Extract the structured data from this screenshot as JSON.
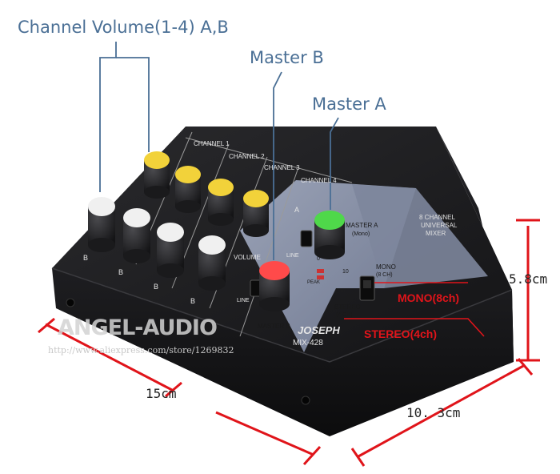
{
  "callouts": {
    "channel_volume": "Channel Volume(1-4) A,B",
    "master_b": "Master B",
    "master_a": "Master A"
  },
  "mode_labels": {
    "mono": "MONO(8ch)",
    "stereo": "STEREO(4ch)"
  },
  "dimensions": {
    "height": "5.8cm",
    "width": "15cm",
    "depth": "10. 3cm"
  },
  "watermark": {
    "brand": "ANGEL-AUDIO",
    "url": "http://www.aliexpress.com/store/1269832"
  },
  "panel": {
    "channel_labels": [
      "CHANNEL 1",
      "CHANNEL 2",
      "CHANNEL 3",
      "CHANNEL 4"
    ],
    "row_a": "A",
    "row_b": "B",
    "volume": "VOLUME",
    "line": "LINE",
    "master_a": "MASTER A",
    "master_a_sub": "(Mono)",
    "master_b": "MASTER B",
    "peak": "PEAK",
    "title_line1": "8 CHANNEL",
    "title_line2": "UNIVERSAL",
    "title_line3": "MIXER",
    "mono_switch": "MONO",
    "mono_switch_sub": "(8 CH)",
    "stereo_switch": "STEREO",
    "stereo_switch_sub": "(4 CH)",
    "brand": "JOSEPH",
    "model": "MIX-428",
    "scale_0": "0",
    "scale_10": "10"
  },
  "colors": {
    "callout_text": "#4a6f95",
    "red_label": "#e0141a",
    "knob_yellow": "#f2d23a",
    "knob_white": "#f0f0f0",
    "knob_green": "#4fd84a",
    "knob_red": "#ff4a4a",
    "panel_blue": "#8a93a8",
    "body_black": "#1b1b1d"
  },
  "icons": {
    "knob": "rotary-knob-icon",
    "switch": "slide-switch-icon"
  }
}
